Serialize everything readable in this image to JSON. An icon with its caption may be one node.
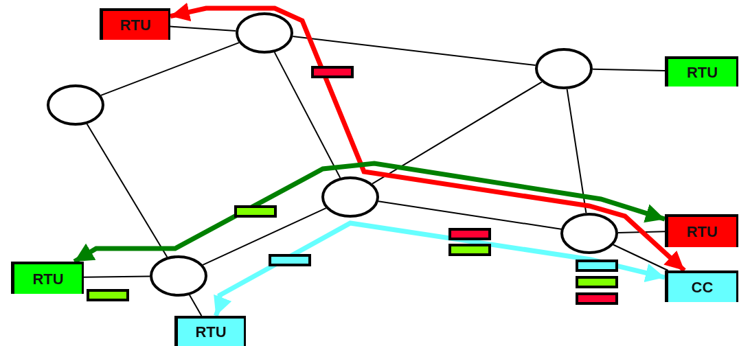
{
  "diagram": {
    "nodes": [
      {
        "text": [],
        "shape": "circle"
      },
      {
        "text": [],
        "shape": "circle"
      },
      {
        "text": [],
        "shape": "circle"
      },
      {
        "text": [],
        "shape": "circle"
      },
      {
        "text": [],
        "shape": "circle"
      },
      {
        "text": [],
        "shape": "circle"
      },
      {
        "text": [
          "RTU"
        ]
      },
      {
        "text": [
          "RTU"
        ]
      },
      {
        "text": [
          "RTU"
        ]
      },
      {
        "text": [
          "CC"
        ]
      },
      {
        "text": [
          "RTU"
        ]
      },
      {
        "text": [
          "RTU"
        ]
      }
    ],
    "edges": [
      {
        "from": 6,
        "to": 0,
        "arrow": "none"
      },
      {
        "from": 0,
        "to": 2,
        "arrow": "none"
      },
      {
        "from": 0,
        "to": 1,
        "arrow": "none"
      },
      {
        "from": 0,
        "to": 3,
        "arrow": "none"
      },
      {
        "from": 1,
        "to": 5,
        "arrow": "none"
      },
      {
        "from": 2,
        "to": 7,
        "arrow": "none"
      },
      {
        "from": 2,
        "to": 3,
        "arrow": "none"
      },
      {
        "from": 2,
        "to": 4,
        "arrow": "none"
      },
      {
        "from": 3,
        "to": 5,
        "arrow": "none"
      },
      {
        "from": 3,
        "to": 4,
        "arrow": "none"
      },
      {
        "from": 4,
        "to": 8,
        "arrow": "none"
      },
      {
        "from": 4,
        "to": 9,
        "arrow": "none"
      },
      {
        "from": 5,
        "to": 10,
        "arrow": "none"
      },
      {
        "from": 5,
        "to": 11,
        "arrow": "none"
      },
      {
        "from": 9,
        "to": 6,
        "arrow": "both",
        "style": "thick",
        "color": "#ff0000"
      },
      {
        "from": 8,
        "to": 10,
        "arrow": "both",
        "style": "thick",
        "color": "#008000"
      },
      {
        "from": 9,
        "to": 11,
        "arrow": "both",
        "style": "thick",
        "color": "#66ffff"
      }
    ]
  }
}
